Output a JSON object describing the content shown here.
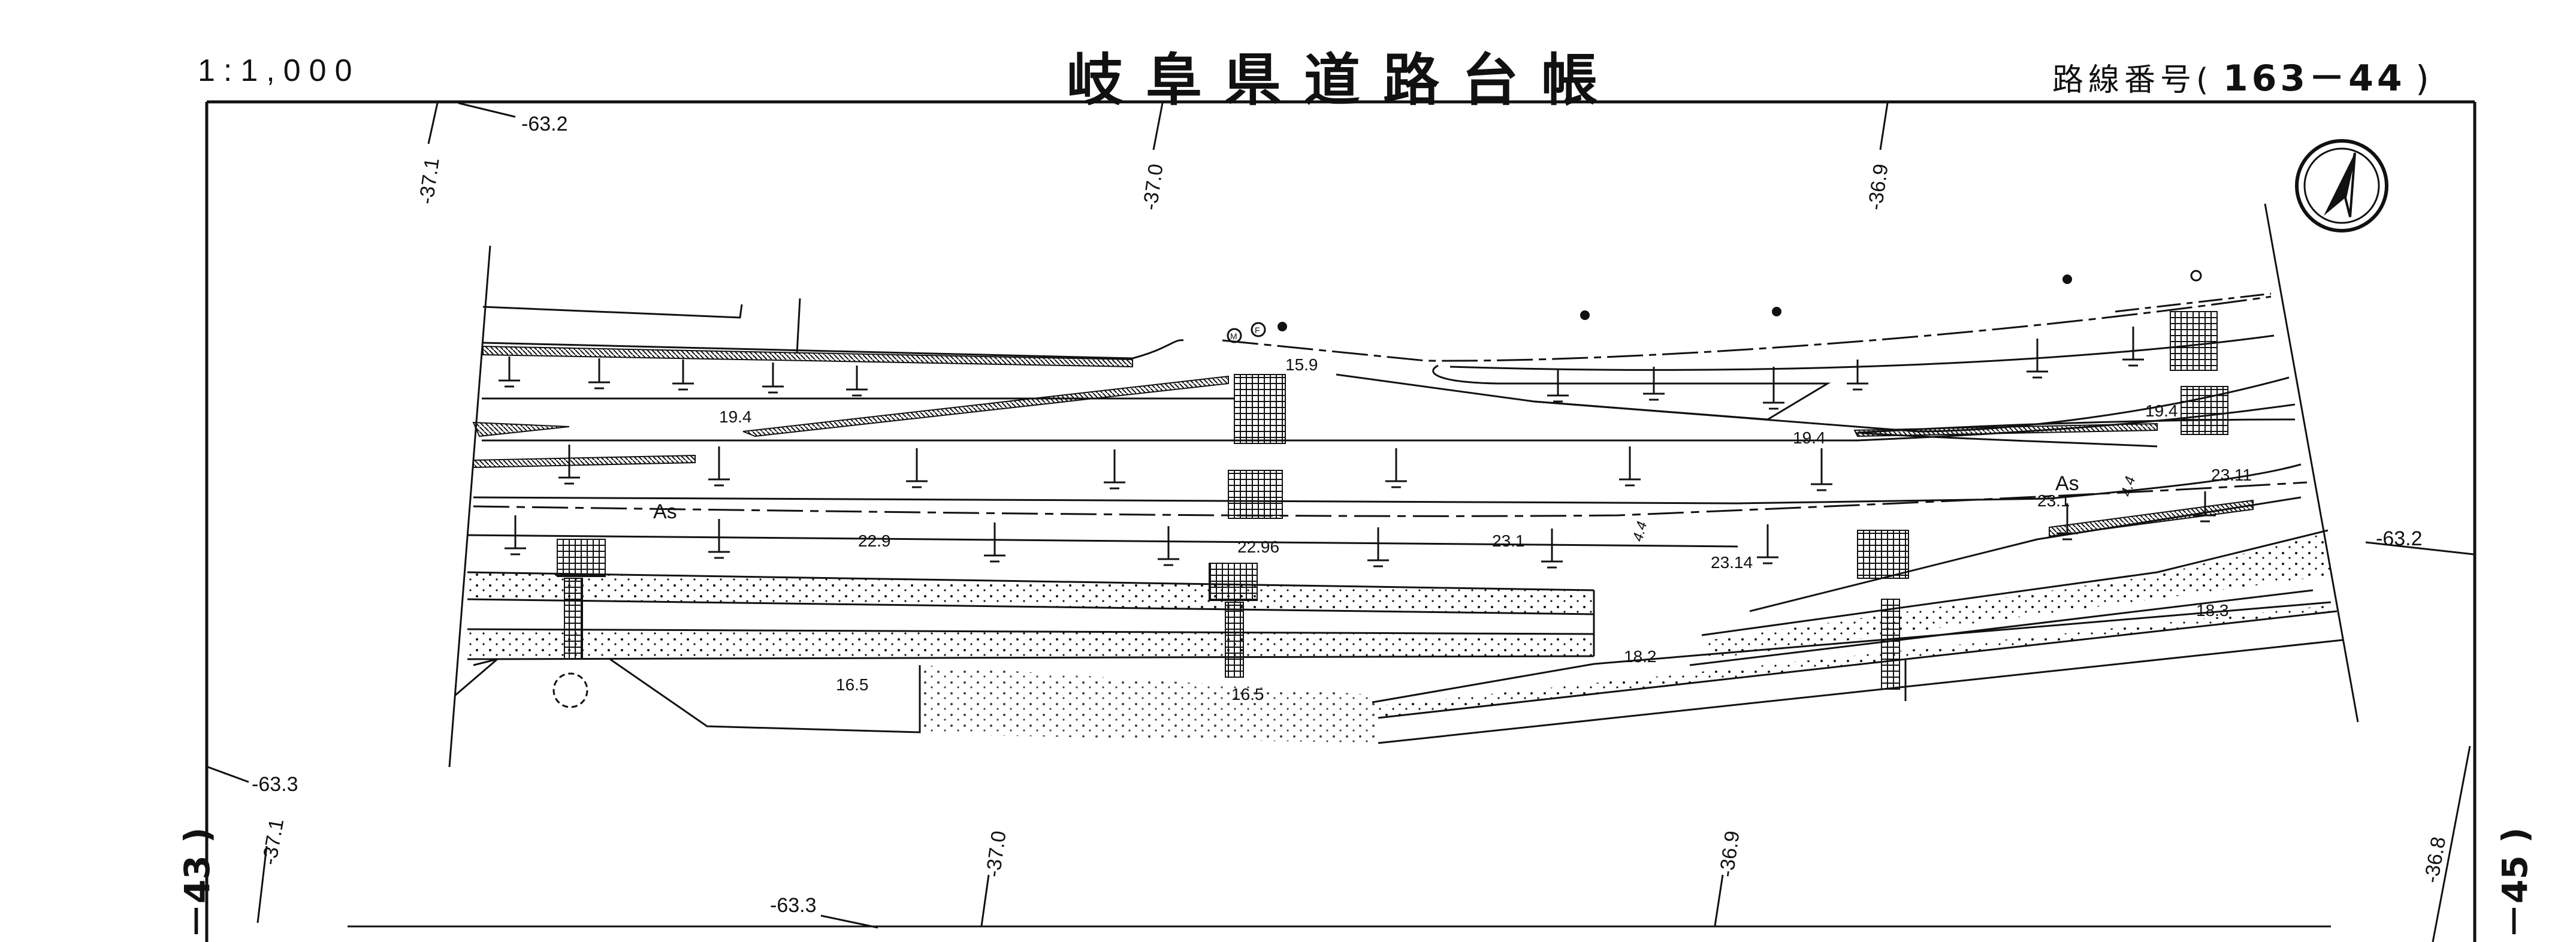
{
  "header": {
    "scale": "1:1,000",
    "title": "岐阜県道路台帳",
    "route_label": "路線番号(",
    "route_number": "163－44",
    "route_close": ")"
  },
  "side_sheets": {
    "left": "－43 )",
    "right": "－45 )"
  },
  "coordinate_labels": {
    "top": [
      "-63.2",
      "-37.1",
      "-37.0",
      "-36.9"
    ],
    "right": [
      "-63.2",
      "-36.8"
    ],
    "bottom": [
      "-63.3",
      "-37.1",
      "-37.0",
      "-36.9",
      "-63.3"
    ]
  },
  "road_widths": [
    "15.9",
    "19.4",
    "19.4",
    "19.4",
    "22.9",
    "22.96",
    "23.1",
    "23.14",
    "23.1",
    "23.11",
    "16.5",
    "16.5",
    "18.2",
    "18.3"
  ],
  "lane_widths": [
    "4.4",
    "4.4"
  ],
  "surface_labels": [
    "As",
    "As"
  ],
  "symbols": [
    "north-arrow-icon",
    "manhole-icon",
    "fire-hydrant-icon",
    "utility-pole-icon"
  ]
}
